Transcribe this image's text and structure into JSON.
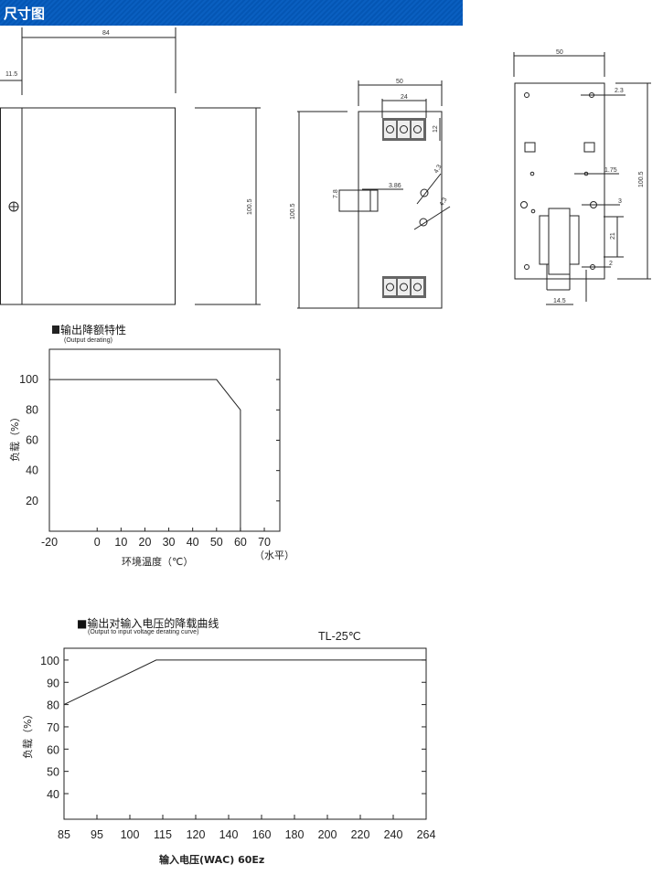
{
  "header": {
    "title": "尺寸图",
    "color": "#0556b3"
  },
  "drawings": {
    "side_view": {
      "width": "84",
      "offset": "11.5",
      "height": "100.5"
    },
    "front_view": {
      "width": "50",
      "terminal_width": "24",
      "terminal_height": "12",
      "height": "100.5",
      "slot_height": "7.8",
      "slot_width": "3.86",
      "hole1": "4.3",
      "hole2": "4.3"
    },
    "back_view": {
      "width": "50",
      "height": "100.5",
      "hole_top": "2.3",
      "hole_mid": "1.75",
      "hole_3": "3",
      "clip_height": "21",
      "hole_bottom": "2",
      "clip_width": "14.5"
    }
  },
  "chart_data": [
    {
      "type": "line",
      "title": "■输出降额特性",
      "subtitle": "(Output derating)",
      "xlabel": "环境温度（℃）",
      "xlabel_note": "（水平）",
      "ylabel": "负载（%）",
      "x_ticks": [
        "-20",
        "0",
        "10",
        "20",
        "30",
        "40",
        "50",
        "60",
        "70"
      ],
      "x_tick_values": [
        -20,
        0,
        10,
        20,
        30,
        40,
        50,
        60,
        70
      ],
      "y_ticks": [
        "100",
        "80",
        "60",
        "40",
        "20"
      ],
      "y_tick_values": [
        100,
        80,
        60,
        40,
        20
      ],
      "xlim": [
        -20,
        76.5
      ],
      "ylim": [
        0,
        120
      ],
      "series": [
        {
          "name": "derating",
          "x": [
            -20,
            50,
            60,
            60
          ],
          "y": [
            100,
            100,
            80,
            0
          ]
        }
      ]
    },
    {
      "type": "line",
      "title": "■输出对输入电压的降载曲线",
      "subtitle": "(Output to input voltage derating curve)",
      "annotation": "TL-25℃",
      "xlabel": "输入电压(WAC) 60Ez",
      "ylabel": "负载（%）",
      "x_ticks": [
        "85",
        "95",
        "100",
        "115",
        "120",
        "140",
        "160",
        "180",
        "200",
        "220",
        "240",
        "264"
      ],
      "x_tick_values": [
        85,
        95,
        100,
        115,
        120,
        140,
        160,
        180,
        200,
        220,
        240,
        264
      ],
      "y_ticks": [
        "100",
        "90",
        "80",
        "70",
        "60",
        "50",
        "40"
      ],
      "y_tick_values": [
        100,
        90,
        80,
        70,
        60,
        50,
        40
      ],
      "ylim": [
        28.5,
        105.3
      ],
      "series": [
        {
          "name": "derating",
          "x": [
            85,
            112,
            264
          ],
          "y": [
            80,
            100,
            100
          ]
        }
      ]
    }
  ]
}
